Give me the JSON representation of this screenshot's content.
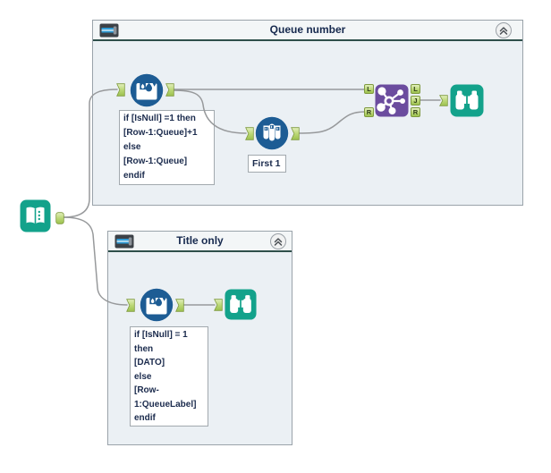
{
  "containers": [
    {
      "title": "Queue number"
    },
    {
      "title": "Title only"
    }
  ],
  "annotations": {
    "multirow_formula_queue": "if [IsNull] =1 then\n[Row-1:Queue]+1\nelse\n[Row-1:Queue]\nendif",
    "sample_first": "First 1",
    "multirow_formula_title": "if [IsNull] = 1\nthen\n[DATO]\nelse\n[Row-\n1:QueueLabel]\nendif"
  },
  "join": {
    "inputs": [
      "L",
      "R"
    ],
    "outputs": [
      "L",
      "J",
      "R"
    ]
  },
  "icons": {
    "container_header": "slider-icon",
    "collapse": "double-chevron-up-icon",
    "input_tool": "open-book-icon",
    "multirow_formula_tool": "droplet-vessel-icon",
    "sample_tool": "test-tubes-icon",
    "join_tool": "network-nodes-icon",
    "browse_tool": "binoculars-icon"
  },
  "colors": {
    "tool_blue": "#1d5c94",
    "tool_teal": "#13a28b",
    "tool_purple": "#6b4c9e",
    "anchor_green": "#bcd877",
    "wire_gray": "#97999b",
    "container_body": "#ebf0f4",
    "container_header_line": "#2e4f4a",
    "text_navy": "#1b2b4d"
  }
}
